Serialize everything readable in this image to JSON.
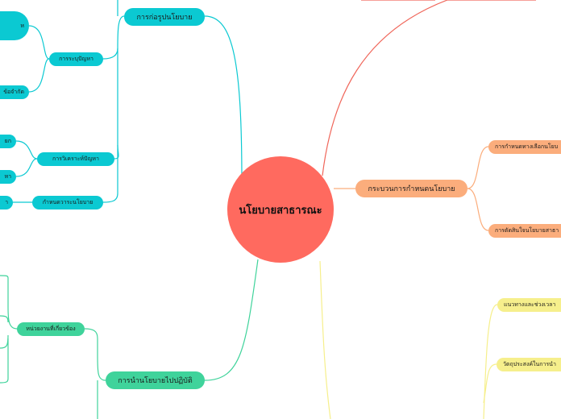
{
  "colors": {
    "center": "#ff6a5f",
    "cyan": "#0bc9d2",
    "green": "#3fd39b",
    "orange": "#fbad7c",
    "yellow": "#f6ef8c",
    "red": "#f0665a"
  },
  "center": {
    "label": "นโยบายสาธารณะ"
  },
  "branches": {
    "formulation": {
      "label": "การก่อรูปนโยบาย",
      "children": {
        "identify": {
          "label": "การระบุปัญหา",
          "leaf_top": "ห",
          "leaf_bottom": "ข้อจำกัด"
        },
        "analyze": {
          "label": "การวิเคราะห์ปัญหา",
          "leaf_top": "ยก",
          "leaf_bottom": "หา"
        },
        "agenda": {
          "label": "กำหนดวาระนโยบาย",
          "leaf": "า"
        }
      }
    },
    "implementation": {
      "label": "การนำนโยบายไปปฏิบัติ",
      "children": {
        "agencies": {
          "label": "หน่วยงานที่เกี่ยวข้อง"
        }
      }
    },
    "process": {
      "label": "กระบวนการกำหนดนโยบาย",
      "children": {
        "options": {
          "label": "การกำหนดทางเลือกนโยบ"
        },
        "decision": {
          "label": "การตัดสินใจนโยบายสาธา"
        }
      }
    },
    "goals": {
      "children": {
        "guidelines": {
          "label": "แนวทางและช่วงเวลา"
        },
        "objectives": {
          "label": "วัตถุประสงค์ในการนำ"
        }
      }
    }
  }
}
